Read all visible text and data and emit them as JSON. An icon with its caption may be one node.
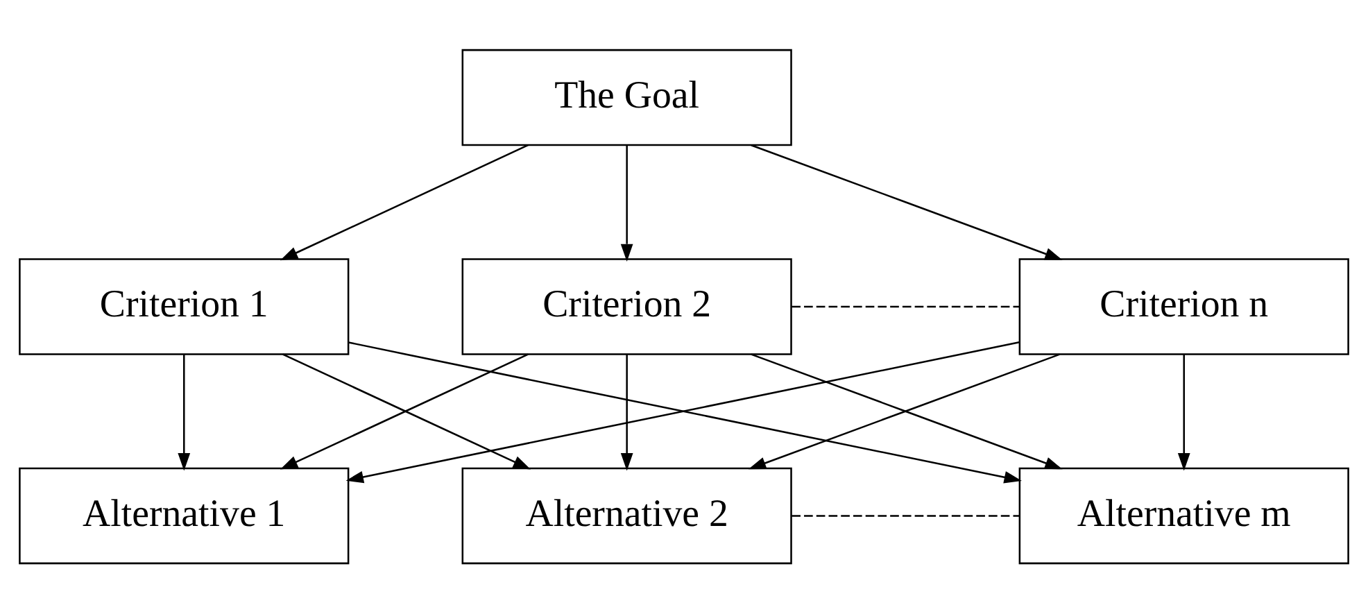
{
  "diagram": {
    "nodes": [
      {
        "text": [
          "The Goal"
        ]
      },
      {
        "text": [
          "Criterion 1"
        ]
      },
      {
        "text": [
          "Criterion 2"
        ]
      },
      {
        "text": [
          "Criterion n"
        ]
      },
      {
        "text": [
          "Alternative 1"
        ]
      },
      {
        "text": [
          "Alternative 2"
        ]
      },
      {
        "text": [
          "Alternative m"
        ]
      }
    ],
    "edges": [
      {
        "from": 0,
        "to": 1,
        "arrow": "to"
      },
      {
        "from": 0,
        "to": 2,
        "arrow": "to"
      },
      {
        "from": 0,
        "to": 3,
        "arrow": "to"
      },
      {
        "from": 2,
        "to": 3,
        "arrow": "none",
        "style": "dashed"
      },
      {
        "from": 1,
        "to": 4,
        "arrow": "to"
      },
      {
        "from": 1,
        "to": 5,
        "arrow": "to"
      },
      {
        "from": 1,
        "to": 6,
        "arrow": "to"
      },
      {
        "from": 2,
        "to": 4,
        "arrow": "to"
      },
      {
        "from": 2,
        "to": 5,
        "arrow": "to"
      },
      {
        "from": 2,
        "to": 6,
        "arrow": "to"
      },
      {
        "from": 3,
        "to": 4,
        "arrow": "to"
      },
      {
        "from": 3,
        "to": 5,
        "arrow": "to"
      },
      {
        "from": 3,
        "to": 6,
        "arrow": "to"
      },
      {
        "from": 5,
        "to": 6,
        "arrow": "none",
        "style": "dashed"
      }
    ]
  }
}
